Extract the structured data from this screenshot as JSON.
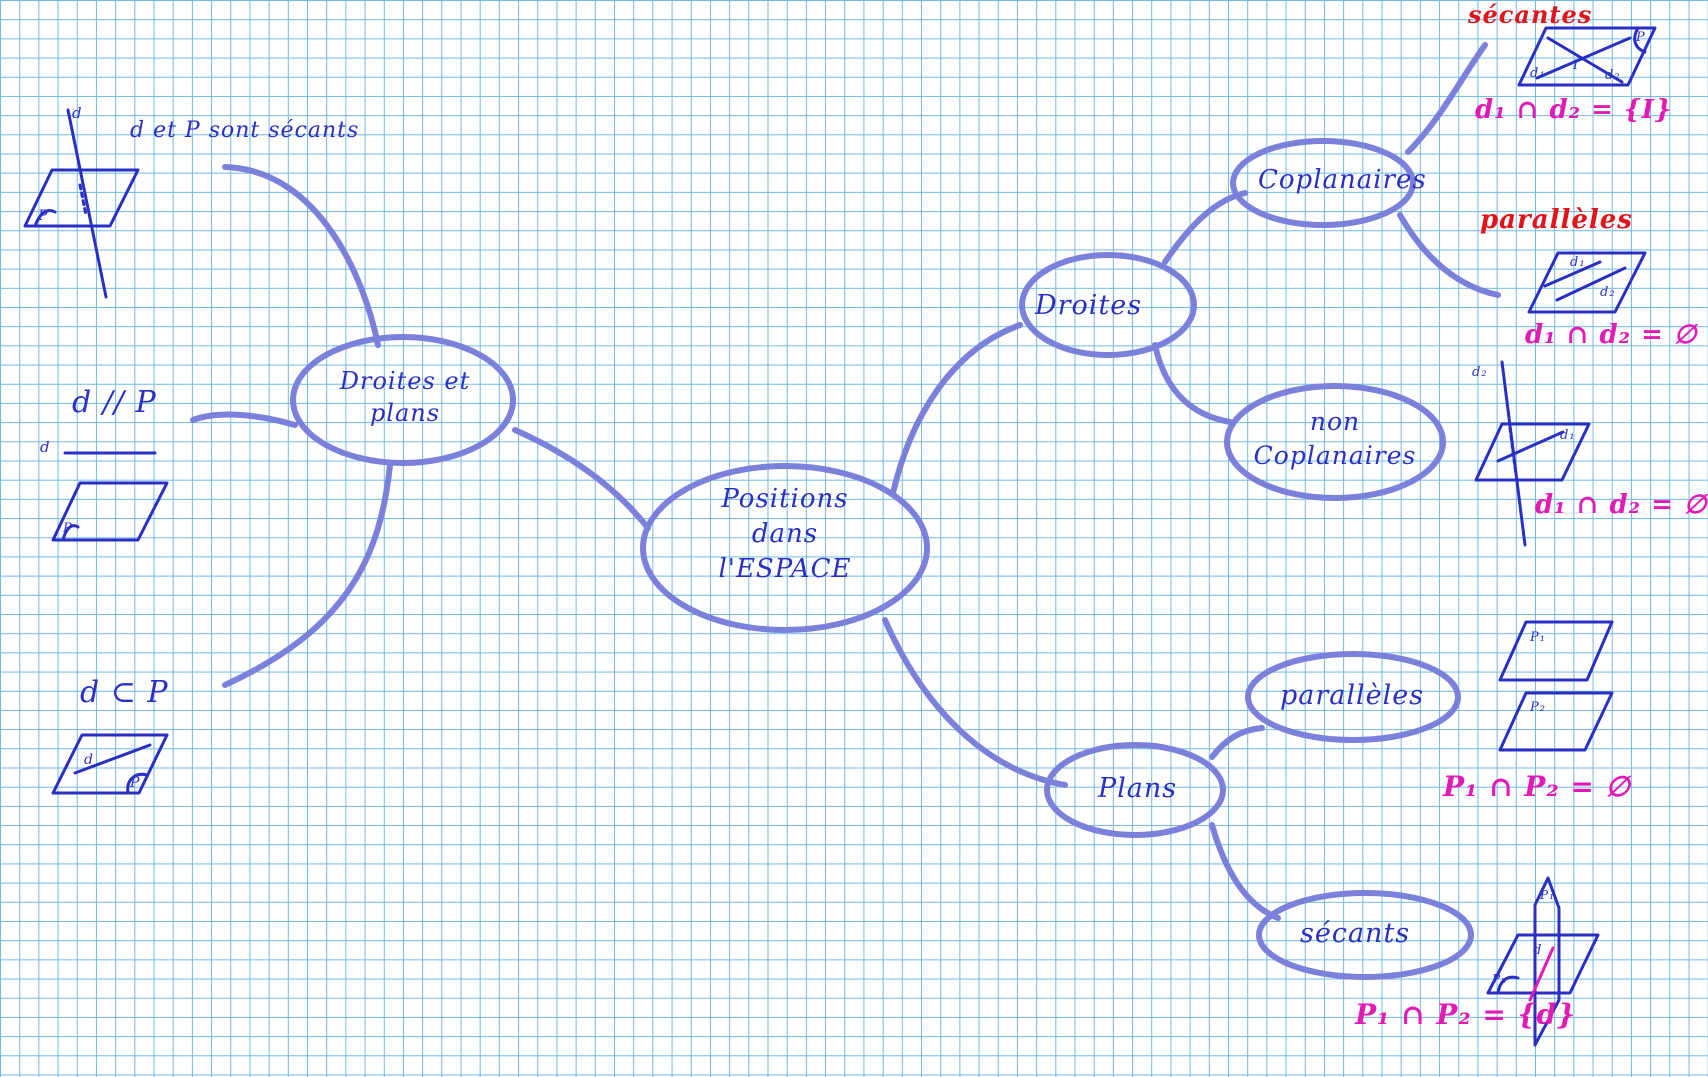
{
  "colors": {
    "grid": "#6fb8e8",
    "ink_blue": "#2a2fc4",
    "node_stroke": "#7b80db",
    "red": "#e0141a",
    "magenta": "#e21ab6"
  },
  "nodes": {
    "center": "Positions dans l'ESPACE",
    "droites_et_plans": "Droites et plans",
    "droites": "Droites",
    "coplanaires": "Coplanaires",
    "non_coplanaires": "non Coplanaires",
    "plans": "Plans",
    "plans_paralleles": "parallèles",
    "plans_secants": "sécants"
  },
  "left_branch": {
    "secants_caption": "d et P sont sécants",
    "parallel_caption": "d // P",
    "included_caption": "d ⊂ P",
    "fig_d": "d",
    "fig_p": "P"
  },
  "right_annotations": {
    "secantes_title": "sécantes",
    "secantes_formula": "d₁ ∩ d₂ = {I}",
    "paralleles_title": "parallèles",
    "paralleles_formula": "d₁ ∩ d₂ = ∅",
    "non_coplanaires_formula": "d₁ ∩ d₂ = ∅",
    "plans_paralleles_formula": "P₁ ∩ P₂ = ∅",
    "plans_secants_formula": "P₁ ∩ P₂ = {d}",
    "fig_d1": "d₁",
    "fig_d2": "d₂",
    "fig_I": "I",
    "fig_P": "P",
    "fig_P1": "P₁",
    "fig_P2": "P₂",
    "fig_d": "d"
  }
}
